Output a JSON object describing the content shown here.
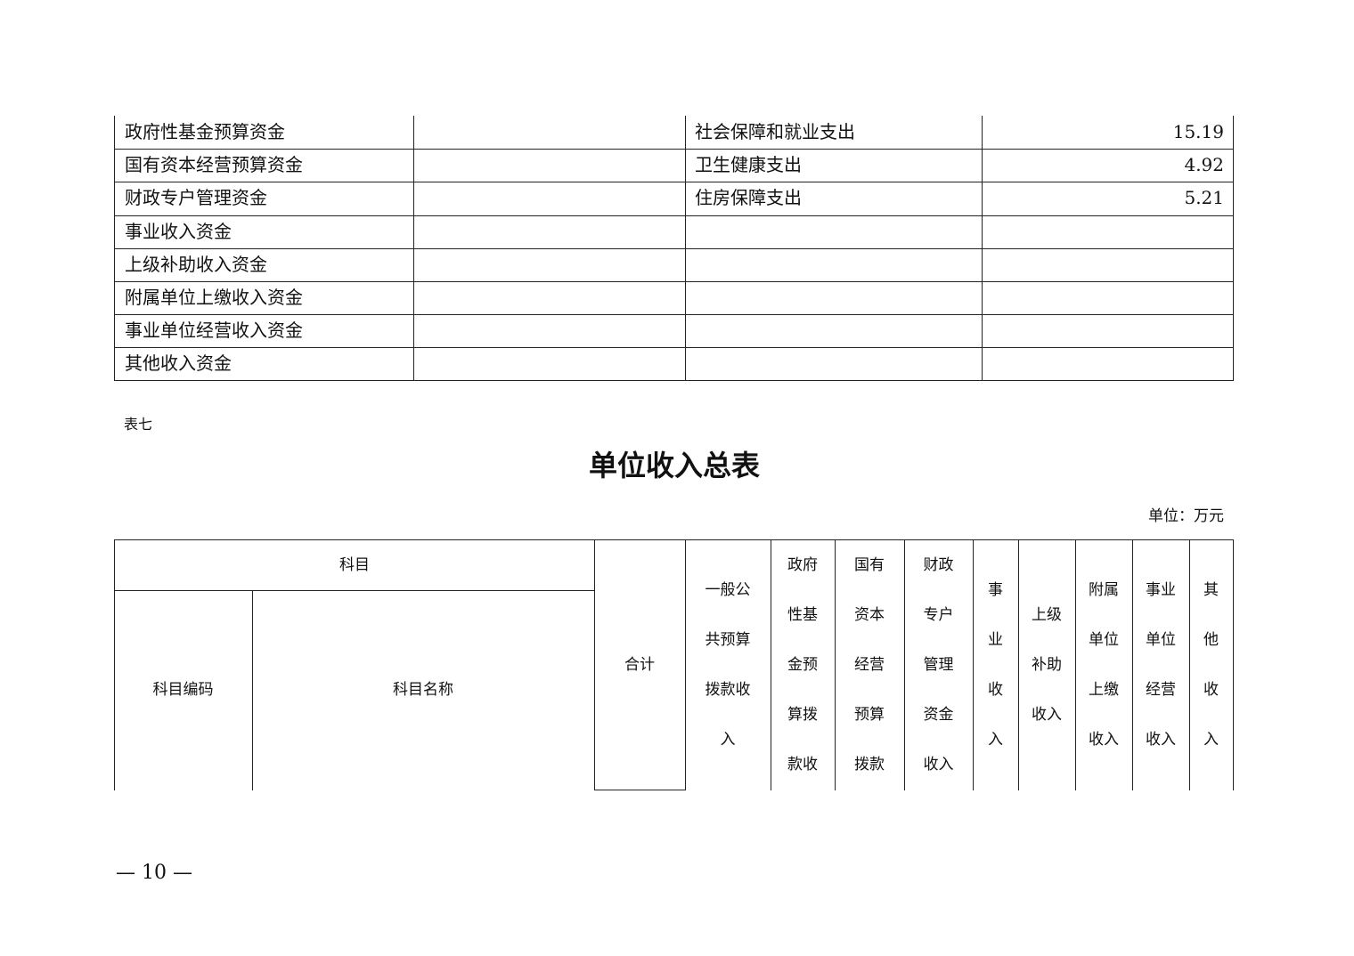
{
  "table1": {
    "rows": [
      {
        "income_item": "政府性基金预算资金",
        "income_amount": "",
        "expense_item": "社会保障和就业支出",
        "expense_amount": "15.19"
      },
      {
        "income_item": "国有资本经营预算资金",
        "income_amount": "",
        "expense_item": "卫生健康支出",
        "expense_amount": "4.92"
      },
      {
        "income_item": "财政专户管理资金",
        "income_amount": "",
        "expense_item": "住房保障支出",
        "expense_amount": "5.21"
      },
      {
        "income_item": "事业收入资金",
        "income_amount": "",
        "expense_item": "",
        "expense_amount": ""
      },
      {
        "income_item": "上级补助收入资金",
        "income_amount": "",
        "expense_item": "",
        "expense_amount": ""
      },
      {
        "income_item": "附属单位上缴收入资金",
        "income_amount": "",
        "expense_item": "",
        "expense_amount": ""
      },
      {
        "income_item": "事业单位经营收入资金",
        "income_amount": "",
        "expense_item": "",
        "expense_amount": ""
      },
      {
        "income_item": "其他收入资金",
        "income_amount": "",
        "expense_item": "",
        "expense_amount": ""
      }
    ]
  },
  "table_label": "表七",
  "title": "单位收入总表",
  "unit": "单位：万元",
  "table2": {
    "subject_group": "科目",
    "subject_code": "科目编码",
    "subject_name": "科目名称",
    "total": "合计",
    "columns": [
      [
        "一般公",
        "共预算",
        "拨款收",
        "入"
      ],
      [
        "政府",
        "性基",
        "金预",
        "算拨",
        "款收"
      ],
      [
        "国有",
        "资本",
        "经营",
        "预算",
        "拨款"
      ],
      [
        "财政",
        "专户",
        "管理",
        "资金",
        "收入"
      ],
      [
        "事",
        "业",
        "收",
        "入"
      ],
      [
        "上级",
        "补助",
        "收入"
      ],
      [
        "附属",
        "单位",
        "上缴",
        "收入"
      ],
      [
        "事业",
        "单位",
        "经营",
        "收入"
      ],
      [
        "其",
        "他",
        "收",
        "入"
      ]
    ]
  },
  "page_number": "— 10 —"
}
